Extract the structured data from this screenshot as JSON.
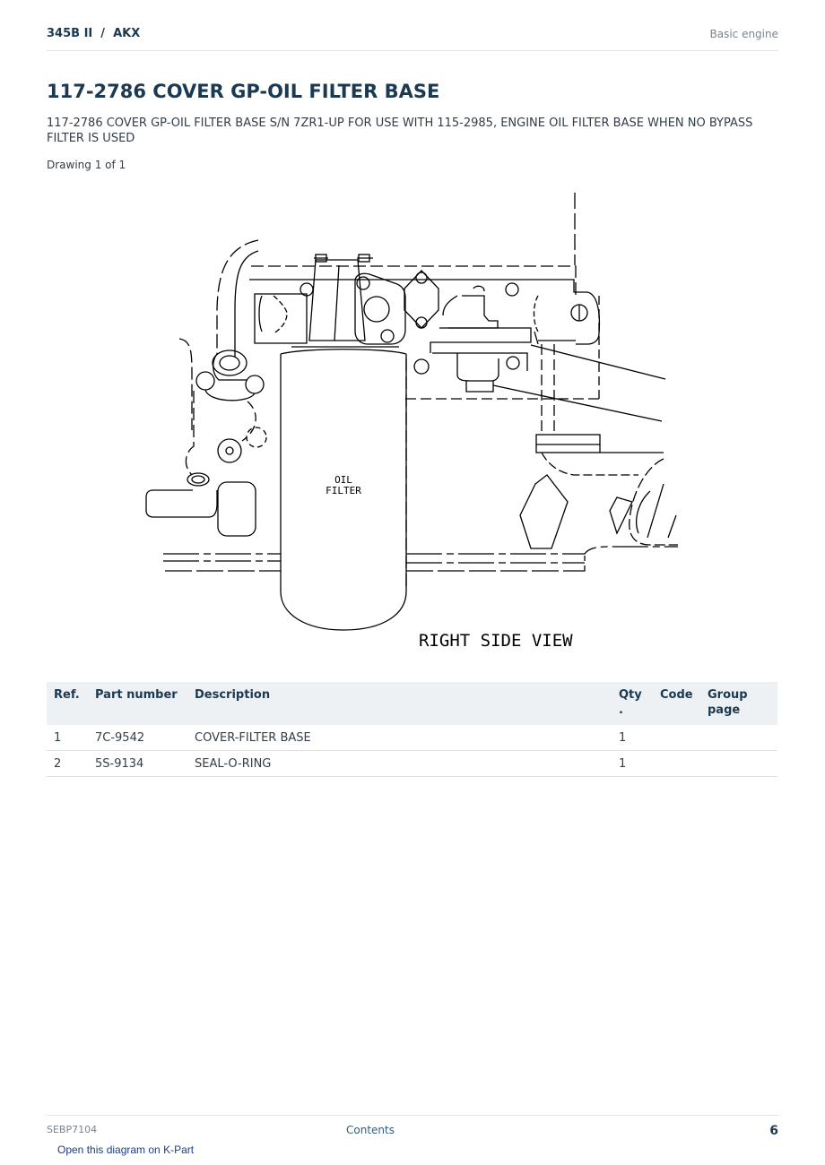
{
  "header": {
    "model": "345B II  /  AKX",
    "section": "Basic engine"
  },
  "title": "117-2786 COVER GP-OIL FILTER BASE",
  "subtitle": "117-2786 COVER GP-OIL FILTER BASE S/N 7ZR1-UP FOR USE WITH 115-2985, ENGINE OIL FILTER BASE WHEN NO BYPASS FILTER IS USED",
  "drawing_count": "Drawing 1 of 1",
  "diagram": {
    "filter_label_line1": "OIL",
    "filter_label_line2": "FILTER",
    "view_label": "RIGHT SIDE VIEW"
  },
  "table": {
    "headers": {
      "ref": "Ref.",
      "part_number": "Part number",
      "description": "Description",
      "qty": "Qty\n.",
      "code": "Code",
      "group_page": "Group\npage"
    },
    "rows": [
      {
        "ref": "1",
        "part_number": "7C-9542",
        "description": "COVER-FILTER BASE",
        "qty": "1",
        "code": "",
        "group_page": ""
      },
      {
        "ref": "2",
        "part_number": "5S-9134",
        "description": "SEAL-O-RING",
        "qty": "1",
        "code": "",
        "group_page": ""
      }
    ]
  },
  "footer": {
    "doc_code": "SEBP7104",
    "contents_link": "Contents",
    "page_number": "6"
  },
  "kpart_link": "Open this diagram on K-Part"
}
